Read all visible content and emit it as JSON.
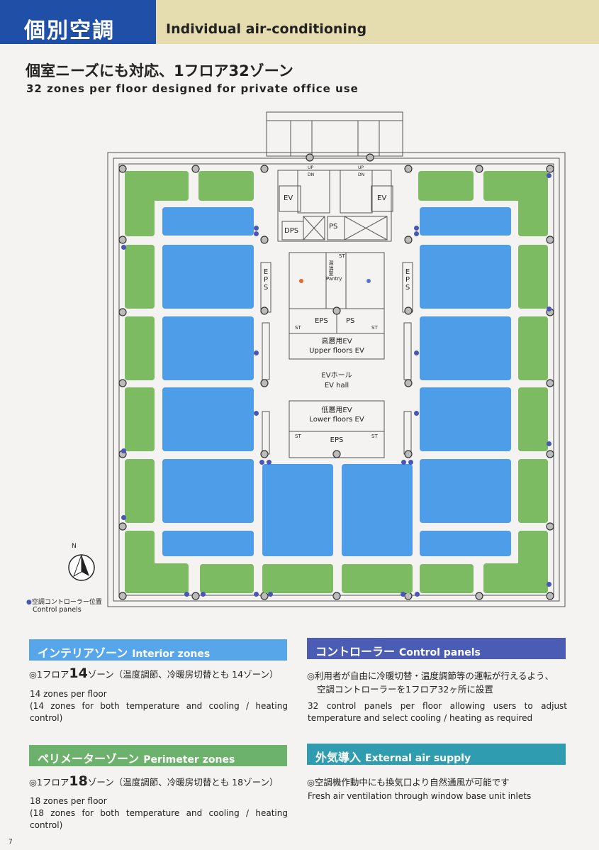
{
  "header": {
    "title_jp": "個別空調",
    "title_en": "Individual air-conditioning"
  },
  "headline": {
    "jp": "個室ニーズにも対応、1フロア32ゾーン",
    "en": "32 zones per floor designed for private office use"
  },
  "plan": {
    "labels": {
      "ev_left": "EV",
      "ev_right": "EV",
      "dps": "DPS",
      "ps_top": "PS",
      "up1": "UP",
      "dn1": "DN",
      "up2": "UP",
      "dn2": "DN",
      "eps_left": "EPS",
      "eps_right": "EPS",
      "pantry_jp": "湯沸室",
      "pantry_en": "Pantry",
      "st1": "ST",
      "eps_core": "EPS",
      "ps_core": "PS",
      "st2": "ST",
      "st3": "ST",
      "upper_ev_jp": "高層用EV",
      "upper_ev_en": "Upper floors EV",
      "hall_jp": "EVホール",
      "hall_en": "EV hall",
      "lower_ev_jp": "低層用EV",
      "lower_ev_en": "Lower floors EV",
      "st4": "ST",
      "st5": "ST",
      "eps_bottom": "EPS",
      "compass": "N"
    },
    "colors": {
      "interior": "#4d9de8",
      "perimeter": "#7cbb62",
      "controller": "#4a55b8"
    }
  },
  "legend": {
    "jp": "空調コントローラー位置",
    "en": "Control panels"
  },
  "sections": {
    "interior": {
      "title_jp": "インテリアゾーン",
      "title_en": "Interior zones",
      "line_pre": "◎1フロア",
      "count": "14",
      "line_post": "ゾーン（温度調節、冷暖房切替とも 14ゾーン）",
      "en1": "14 zones per floor",
      "en2": "(14 zones for both temperature and cooling / heating control)",
      "color": "#58a6ea"
    },
    "control": {
      "title_jp": "コントローラー",
      "title_en": "Control panels",
      "jp1": "◎利用者が自由に冷暖切替・温度調節等の運転が行えるよう、",
      "jp2": "空調コントローラーを1フロア32ヶ所に設置",
      "en": "32 control panels per floor allowing users to adjust temperature and select cooling / heating as required",
      "color": "#4a5cb3"
    },
    "perimeter": {
      "title_jp": "ペリメーターゾーン",
      "title_en": "Perimeter zones",
      "line_pre": "◎1フロア",
      "count": "18",
      "line_post": "ゾーン（温度調節、冷暖房切替とも 18ゾーン）",
      "en1": "18 zones per floor",
      "en2": "(18 zones for both temperature and cooling / heating control)",
      "color": "#6cb26c"
    },
    "external": {
      "title_jp": "外気導入",
      "title_en": "External air supply",
      "jp": "◎空調機作動中にも換気口より自然通風が可能です",
      "en": "Fresh air ventilation through window base unit inlets",
      "color": "#2f9daf"
    }
  },
  "page_number": "7"
}
